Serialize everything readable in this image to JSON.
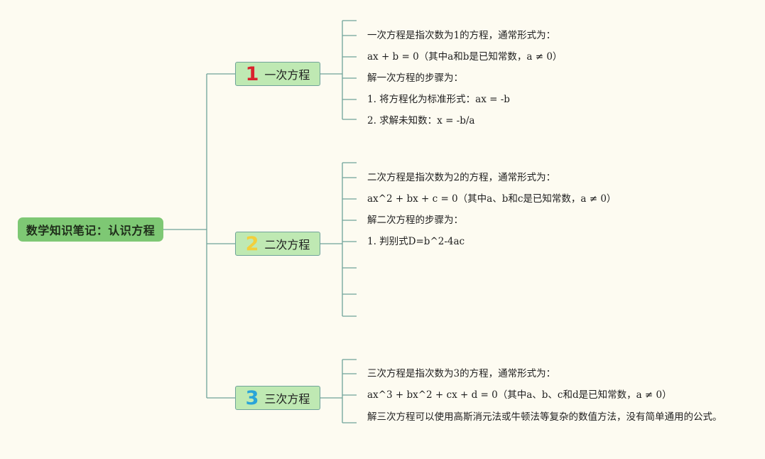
{
  "root": {
    "label": "数学知识笔记：认识方程"
  },
  "colors": {
    "background": "#fdfbf1",
    "root_fill": "#7ec874",
    "branch_fill": "#bfe9b3",
    "connector": "#6fa39a",
    "num1": "#d9232d",
    "num2": "#f2cf3c",
    "num3": "#2aa4d8"
  },
  "branches": [
    {
      "number": "1",
      "label": "一次方程",
      "leaves": [
        "一次方程是指次数为1的方程，通常形式为：",
        "ax + b = 0（其中a和b是已知常数，a ≠ 0）",
        "解一次方程的步骤为：",
        "1. 将方程化为标准形式：ax = -b",
        "2. 求解未知数：x = -b/a"
      ]
    },
    {
      "number": "2",
      "label": "二次方程",
      "leaves": [
        "二次方程是指次数为2的方程，通常形式为：",
        "ax^2 + bx + c = 0（其中a、b和c是已知常数，a ≠ 0）",
        "解二次方程的步骤为：",
        "1. 判别式D=b^2-4ac"
      ]
    },
    {
      "number": "3",
      "label": "三次方程",
      "leaves": [
        "三次方程是指次数为3的方程，通常形式为：",
        "ax^3 + bx^2 + cx + d = 0（其中a、b、c和d是已知常数，a ≠ 0）",
        "解三次方程可以使用高斯消元法或牛顿法等复杂的数值方法，没有简单通用的公式。"
      ]
    }
  ]
}
